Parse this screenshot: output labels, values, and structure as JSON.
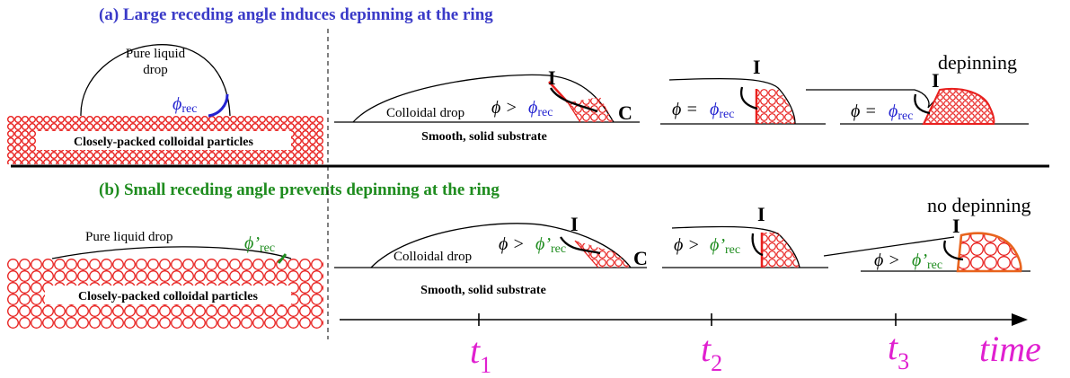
{
  "colors": {
    "header_a": "#3a3ac8",
    "header_b": "#1e8c1e",
    "particle": "#e8201e",
    "blue": "#2323d0",
    "green": "#1e8c1e",
    "magenta": "#e020d0",
    "black": "#000000"
  },
  "panel_a": {
    "header": "(a) Large receding angle induces depinning at the ring",
    "pure_liquid_line1": "Pure liquid",
    "pure_liquid_line2": "drop",
    "angle_symbol": "ϕ",
    "angle_sub": "rec",
    "packed_label": "Closely-packed colloidal particles",
    "colloidal_drop": "Colloidal drop",
    "substrate": "Smooth, solid substrate",
    "point_I": "I",
    "point_C": "C",
    "rel_gt": "ϕ >",
    "rel_eq": "ϕ =",
    "rec_phi": "ϕ",
    "rec_sub": "rec",
    "depinning": "depinning"
  },
  "panel_b": {
    "header": "(b) Small receding angle prevents depinning at the ring",
    "pure_liquid": "Pure liquid drop",
    "angle_symbol": "ϕ’",
    "angle_sub": "rec",
    "packed_label": "Closely-packed colloidal particles",
    "colloidal_drop": "Colloidal drop",
    "substrate": "Smooth, solid substrate",
    "point_I": "I",
    "point_C": "C",
    "rel_gt": "ϕ >",
    "rec_phi": "ϕ’",
    "rec_sub": "rec",
    "no_depinning": "no depinning"
  },
  "timeline": {
    "t": "t",
    "t1_sub": "1",
    "t2_sub": "2",
    "t3_sub": "3",
    "time": "time"
  }
}
